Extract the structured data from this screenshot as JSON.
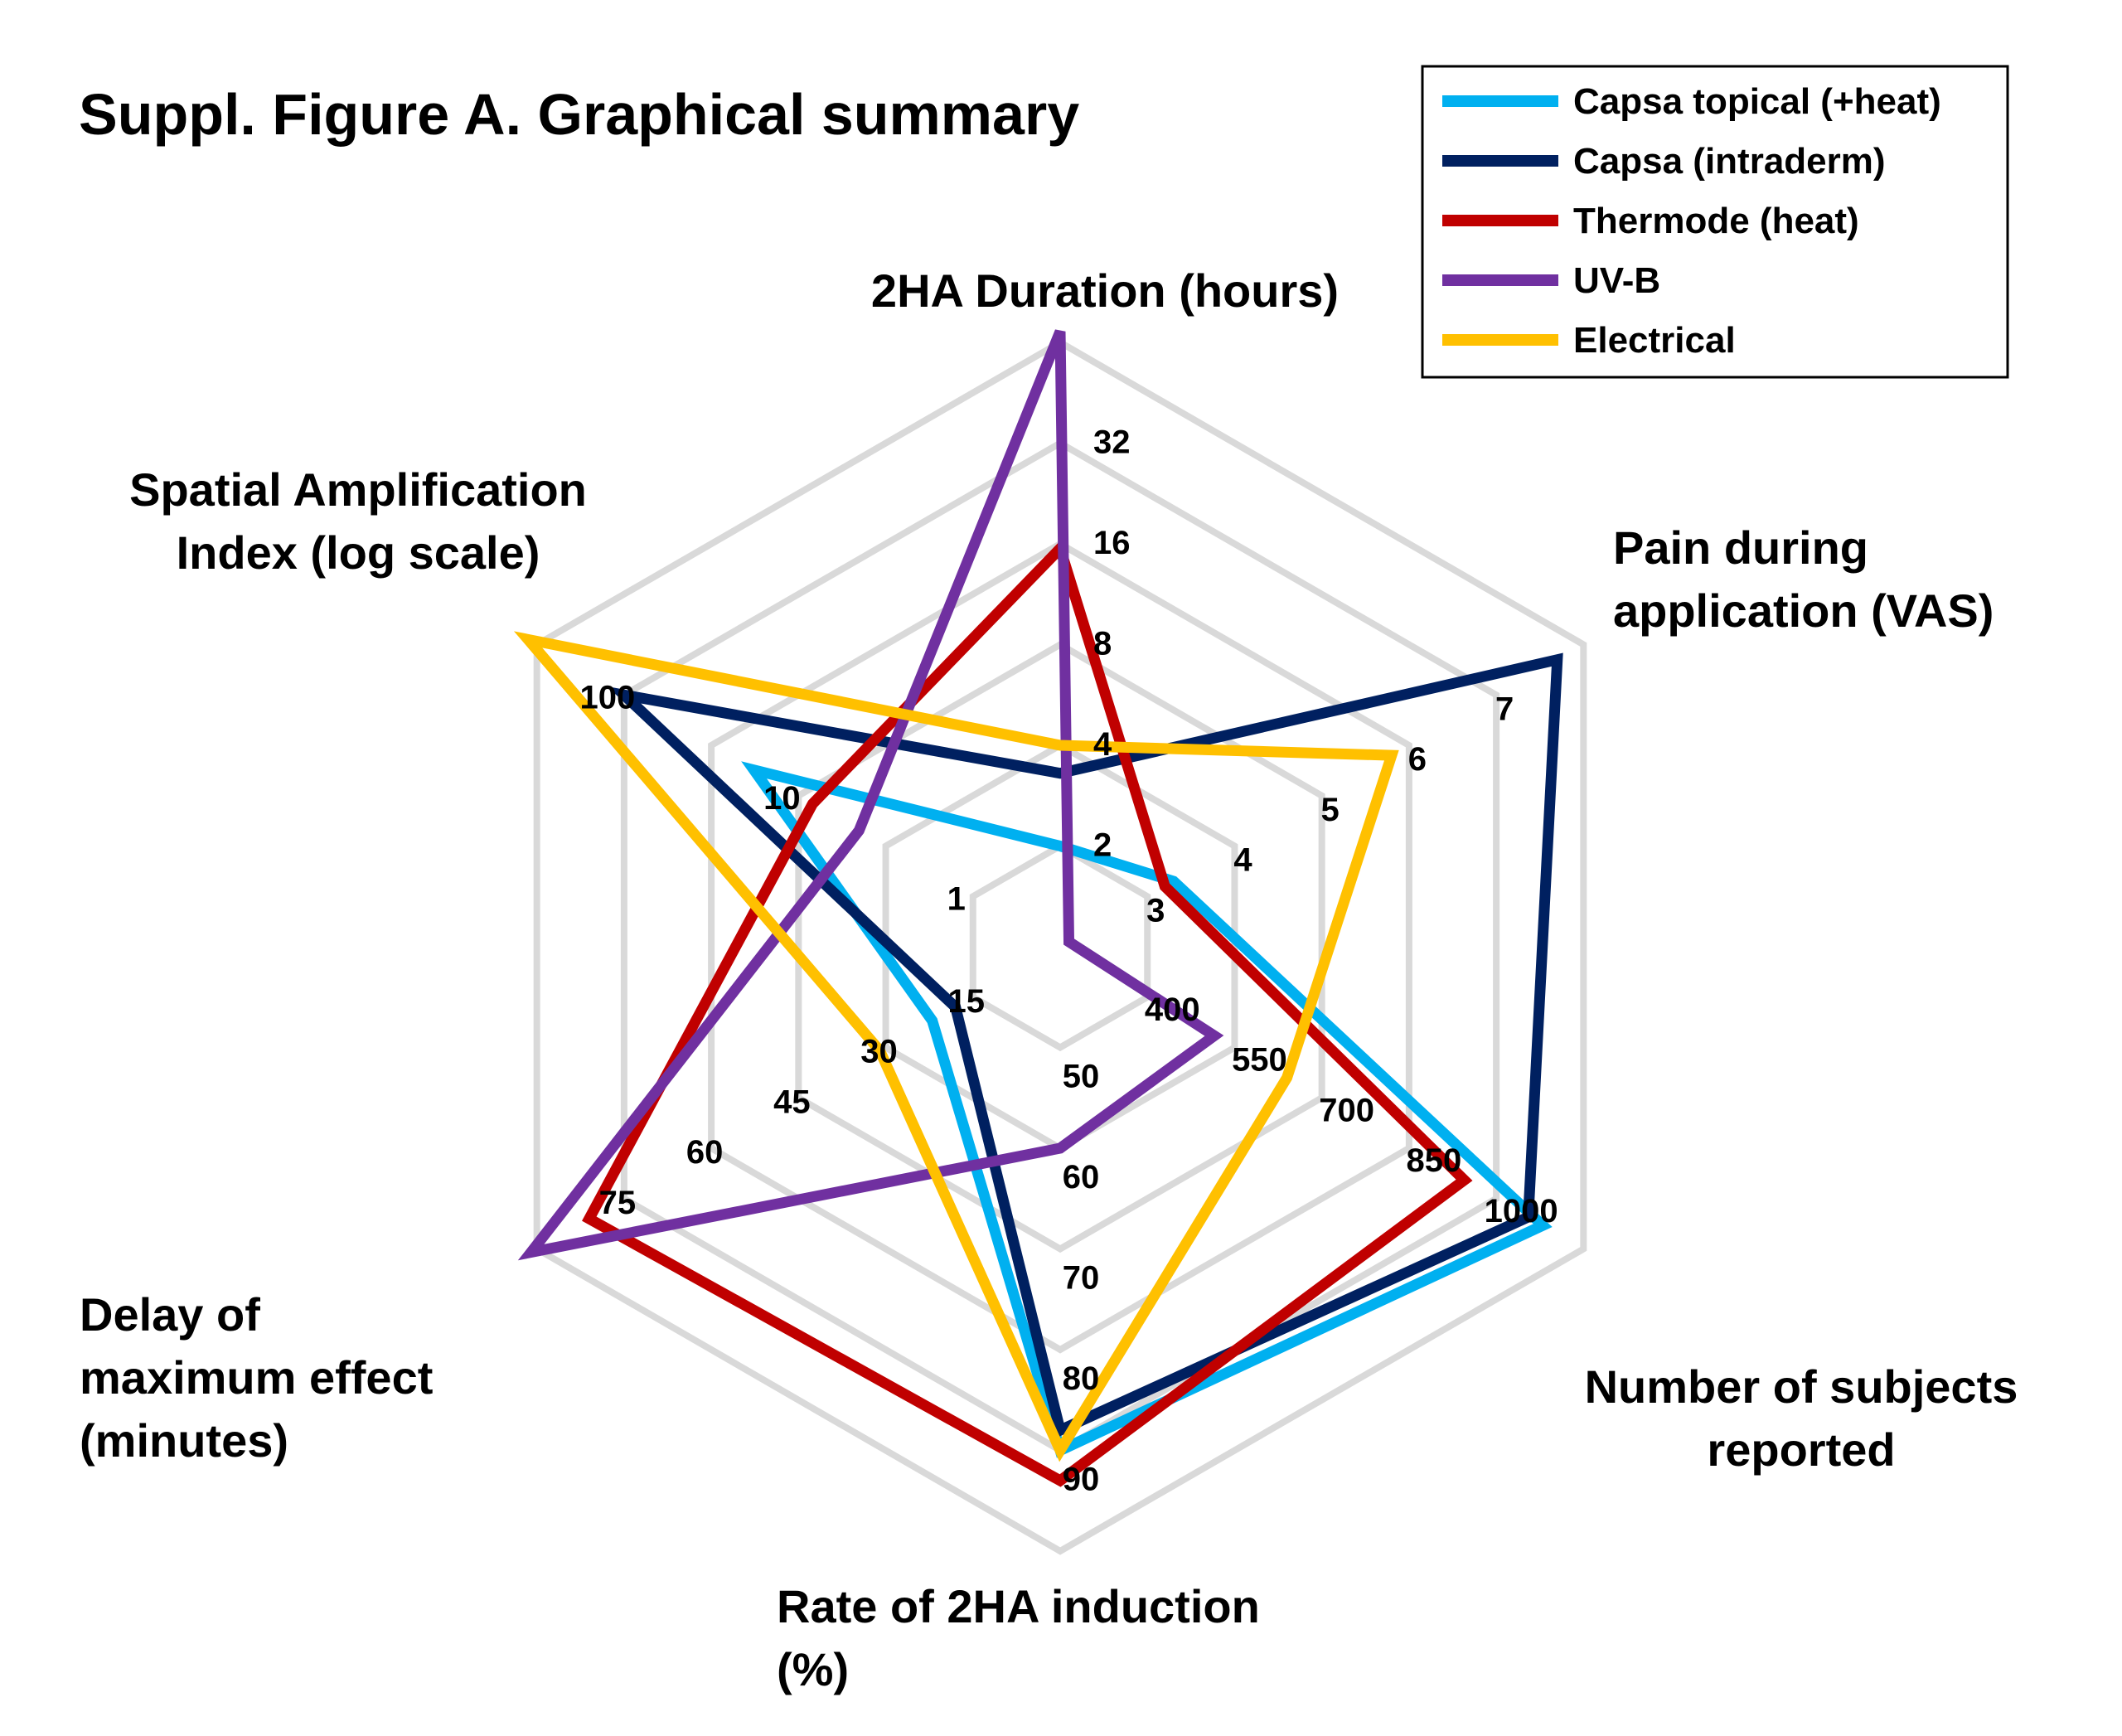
{
  "chart_data": {
    "type": "radar",
    "title": "Suppl. Figure A. Graphical summary",
    "legend_position": "top-right",
    "grid": true,
    "axes": [
      {
        "key": "duration",
        "title": [
          "2HA Duration (hours)"
        ],
        "scale": "log2",
        "ring_values": [
          1,
          2,
          4,
          8,
          16,
          32,
          64
        ],
        "tick_labels": [
          {
            "ring": 1,
            "text": "2"
          },
          {
            "ring": 2,
            "text": "4"
          },
          {
            "ring": 3,
            "text": "8"
          },
          {
            "ring": 4,
            "text": "16"
          },
          {
            "ring": 5,
            "text": "32"
          }
        ]
      },
      {
        "key": "pain",
        "title": [
          "Pain during",
          "application (VAS)"
        ],
        "scale": "linear",
        "ring_values": [
          2,
          3,
          4,
          5,
          6,
          7,
          8
        ],
        "tick_labels": [
          {
            "ring": 1,
            "text": "3"
          },
          {
            "ring": 2,
            "text": "4"
          },
          {
            "ring": 3,
            "text": "5"
          },
          {
            "ring": 4,
            "text": "6"
          },
          {
            "ring": 5,
            "text": "7"
          }
        ]
      },
      {
        "key": "subjects",
        "title": [
          "Number of subjects",
          "reported"
        ],
        "scale": "linear",
        "ring_values": [
          250,
          400,
          550,
          700,
          850,
          1000,
          1150
        ],
        "tick_labels": [
          {
            "ring": 1,
            "text": "400"
          },
          {
            "ring": 2,
            "text": "550"
          },
          {
            "ring": 3,
            "text": "700"
          },
          {
            "ring": 4,
            "text": "850"
          },
          {
            "ring": 5,
            "text": "1000"
          }
        ]
      },
      {
        "key": "rate",
        "title": [
          "Rate of 2HA induction",
          "(%)"
        ],
        "scale": "linear",
        "ring_values": [
          40,
          50,
          60,
          70,
          80,
          90,
          100
        ],
        "tick_labels": [
          {
            "ring": 1,
            "text": "50"
          },
          {
            "ring": 2,
            "text": "60"
          },
          {
            "ring": 3,
            "text": "70"
          },
          {
            "ring": 4,
            "text": "80"
          },
          {
            "ring": 5,
            "text": "90"
          }
        ]
      },
      {
        "key": "delay",
        "title": [
          "Delay of",
          "maximum effect",
          "(minutes)"
        ],
        "scale": "linear",
        "ring_values": [
          0,
          15,
          30,
          45,
          60,
          75,
          90
        ],
        "tick_labels": [
          {
            "ring": 1,
            "text": "15"
          },
          {
            "ring": 2,
            "text": "30"
          },
          {
            "ring": 3,
            "text": "45"
          },
          {
            "ring": 4,
            "text": "60"
          },
          {
            "ring": 5,
            "text": "75"
          }
        ]
      },
      {
        "key": "spatial",
        "title": [
          "Spatial Amplification",
          "Index (log scale)"
        ],
        "scale": "log10-half",
        "ring_values": [
          0.32,
          1,
          3.2,
          10,
          32,
          100,
          316
        ],
        "tick_labels": [
          {
            "ring": 1,
            "text": "1"
          },
          {
            "ring": 3,
            "text": "10"
          },
          {
            "ring": 5,
            "text": "100"
          }
        ]
      }
    ],
    "series": [
      {
        "name": "Capsa topical (+heat)",
        "color": "#00B0F0",
        "values": {
          "duration": 2,
          "pain": 3.3,
          "subjects": 1080,
          "rate": 90,
          "delay": 22,
          "spatial": 18
        }
      },
      {
        "name": "Capsa (intraderm)",
        "color": "#002060",
        "values": {
          "duration": 3.3,
          "pain": 7.7,
          "subjects": 1055,
          "rate": 88,
          "delay": 18,
          "spatial": 100
        }
      },
      {
        "name": "Thermode (heat)",
        "color": "#C00000",
        "values": {
          "duration": 15.5,
          "pain": 3.2,
          "subjects": 945,
          "rate": 93,
          "delay": 81,
          "spatial": 8.3
        }
      },
      {
        "name": "UV-B",
        "color": "#7030A0",
        "values": {
          "duration": 69,
          "pain": 2.1,
          "subjects": 515,
          "rate": 60,
          "delay": 91,
          "spatial": 4.5
        }
      },
      {
        "name": "Electrical",
        "color": "#FFC000",
        "values": {
          "duration": 4,
          "pain": 5.8,
          "subjects": 640,
          "rate": 90,
          "delay": 31,
          "spatial": 355
        }
      }
    ]
  }
}
